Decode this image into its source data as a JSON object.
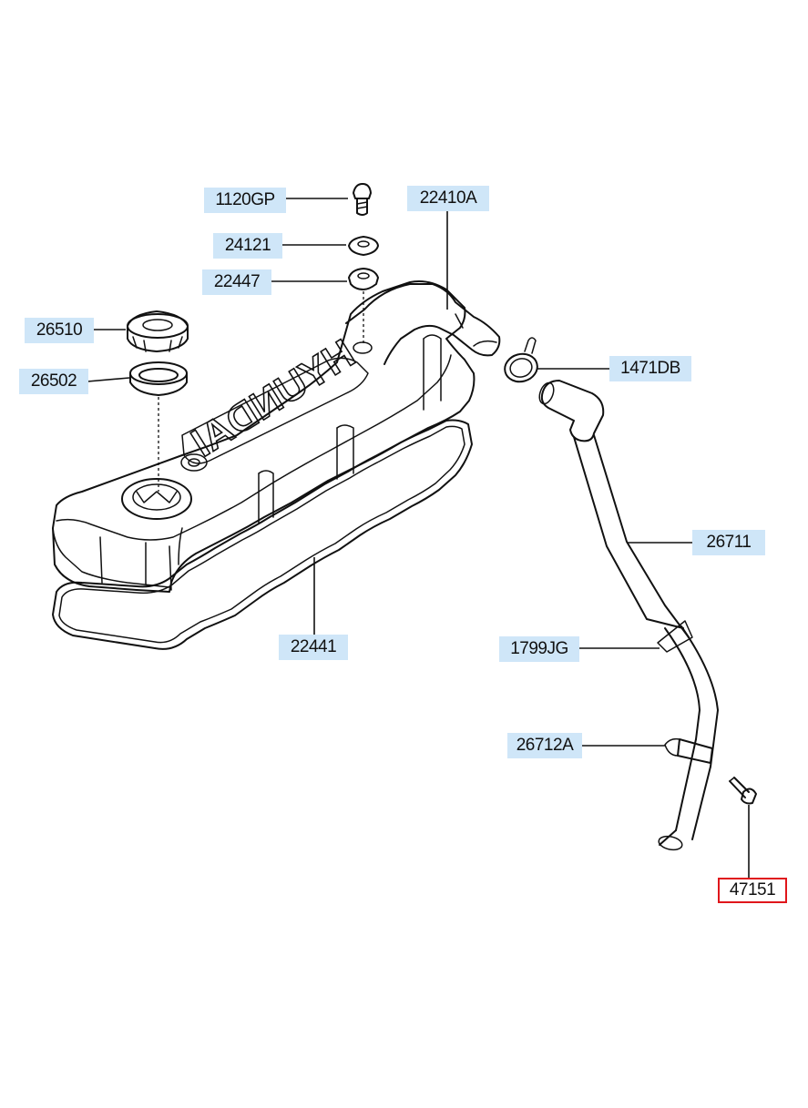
{
  "colors": {
    "label_highlight": "#cfe6f8",
    "selected_border": "#e0161b",
    "line": "#111111"
  },
  "diagram": {
    "embossed_text": "HYUNDAI",
    "parts": [
      {
        "id": "p1120GP",
        "number": "1120GP",
        "selected": false
      },
      {
        "id": "p24121",
        "number": "24121",
        "selected": false
      },
      {
        "id": "p22447",
        "number": "22447",
        "selected": false
      },
      {
        "id": "p22410A",
        "number": "22410A",
        "selected": false
      },
      {
        "id": "p26510",
        "number": "26510",
        "selected": false
      },
      {
        "id": "p26502",
        "number": "26502",
        "selected": false
      },
      {
        "id": "p1471DB",
        "number": "1471DB",
        "selected": false
      },
      {
        "id": "p26711",
        "number": "26711",
        "selected": false
      },
      {
        "id": "p22441",
        "number": "22441",
        "selected": false
      },
      {
        "id": "p1799JG",
        "number": "1799JG",
        "selected": false
      },
      {
        "id": "p26712A",
        "number": "26712A",
        "selected": false
      },
      {
        "id": "p47151",
        "number": "47151",
        "selected": true
      }
    ]
  }
}
